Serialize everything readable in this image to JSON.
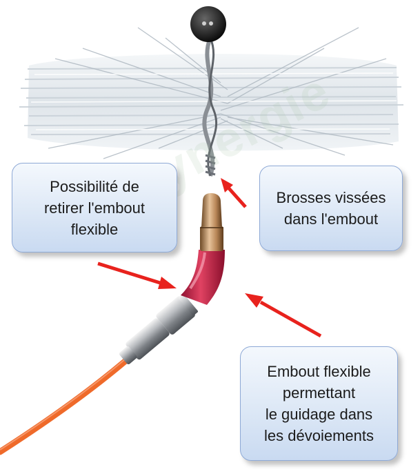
{
  "watermark": "ProSynergie",
  "callouts": {
    "left": {
      "lines": [
        "Possibilité de",
        "retirer l'embout",
        "flexible"
      ]
    },
    "right": {
      "lines": [
        "Brosses vissées",
        "dans l'embout"
      ]
    },
    "bottom": {
      "lines": [
        "Embout flexible",
        "permettant",
        "le guidage dans",
        "les dévoiements"
      ]
    }
  },
  "colors": {
    "arrow": "#e8221d",
    "cable": "#ef6a2a",
    "flex_tip": "#c8284a",
    "callout_border": "#8ea9d6"
  }
}
